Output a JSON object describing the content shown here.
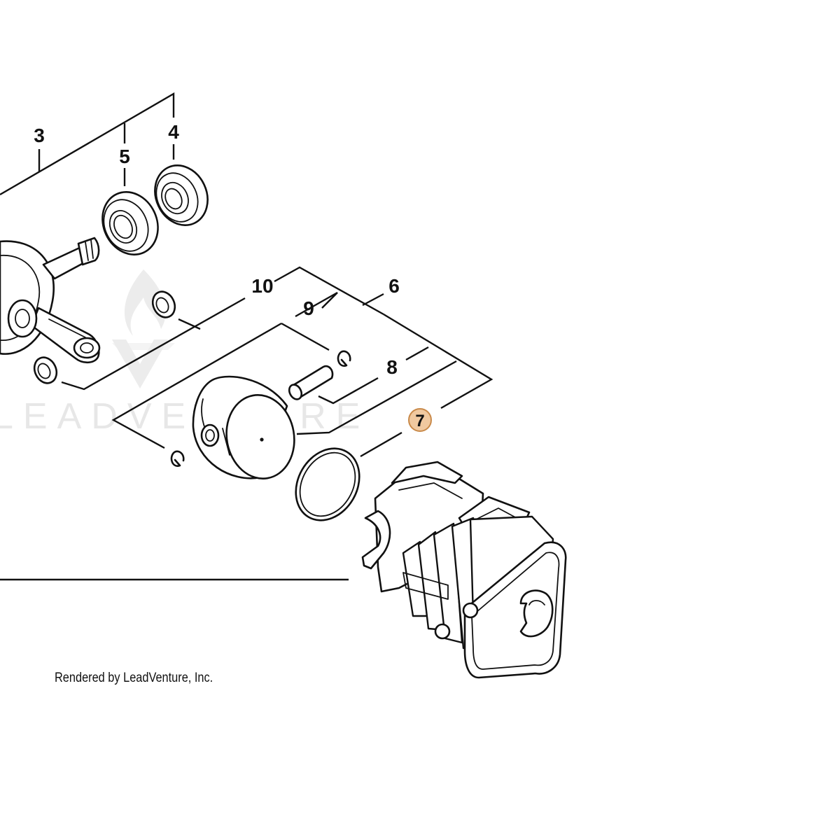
{
  "callouts": {
    "c3": "3",
    "c4": "4",
    "c5": "5",
    "c6": "6",
    "c7": "7",
    "c8": "8",
    "c9": "9",
    "c10": "10"
  },
  "highlighted_callout": "7",
  "watermark": "LEADVENTURE",
  "credit": "Rendered by LeadVenture, Inc.",
  "colors": {
    "line": "#111111",
    "highlight_fill": "#f0c9a0",
    "highlight_stroke": "#c98a4a",
    "watermark": "#e7e7e7"
  }
}
